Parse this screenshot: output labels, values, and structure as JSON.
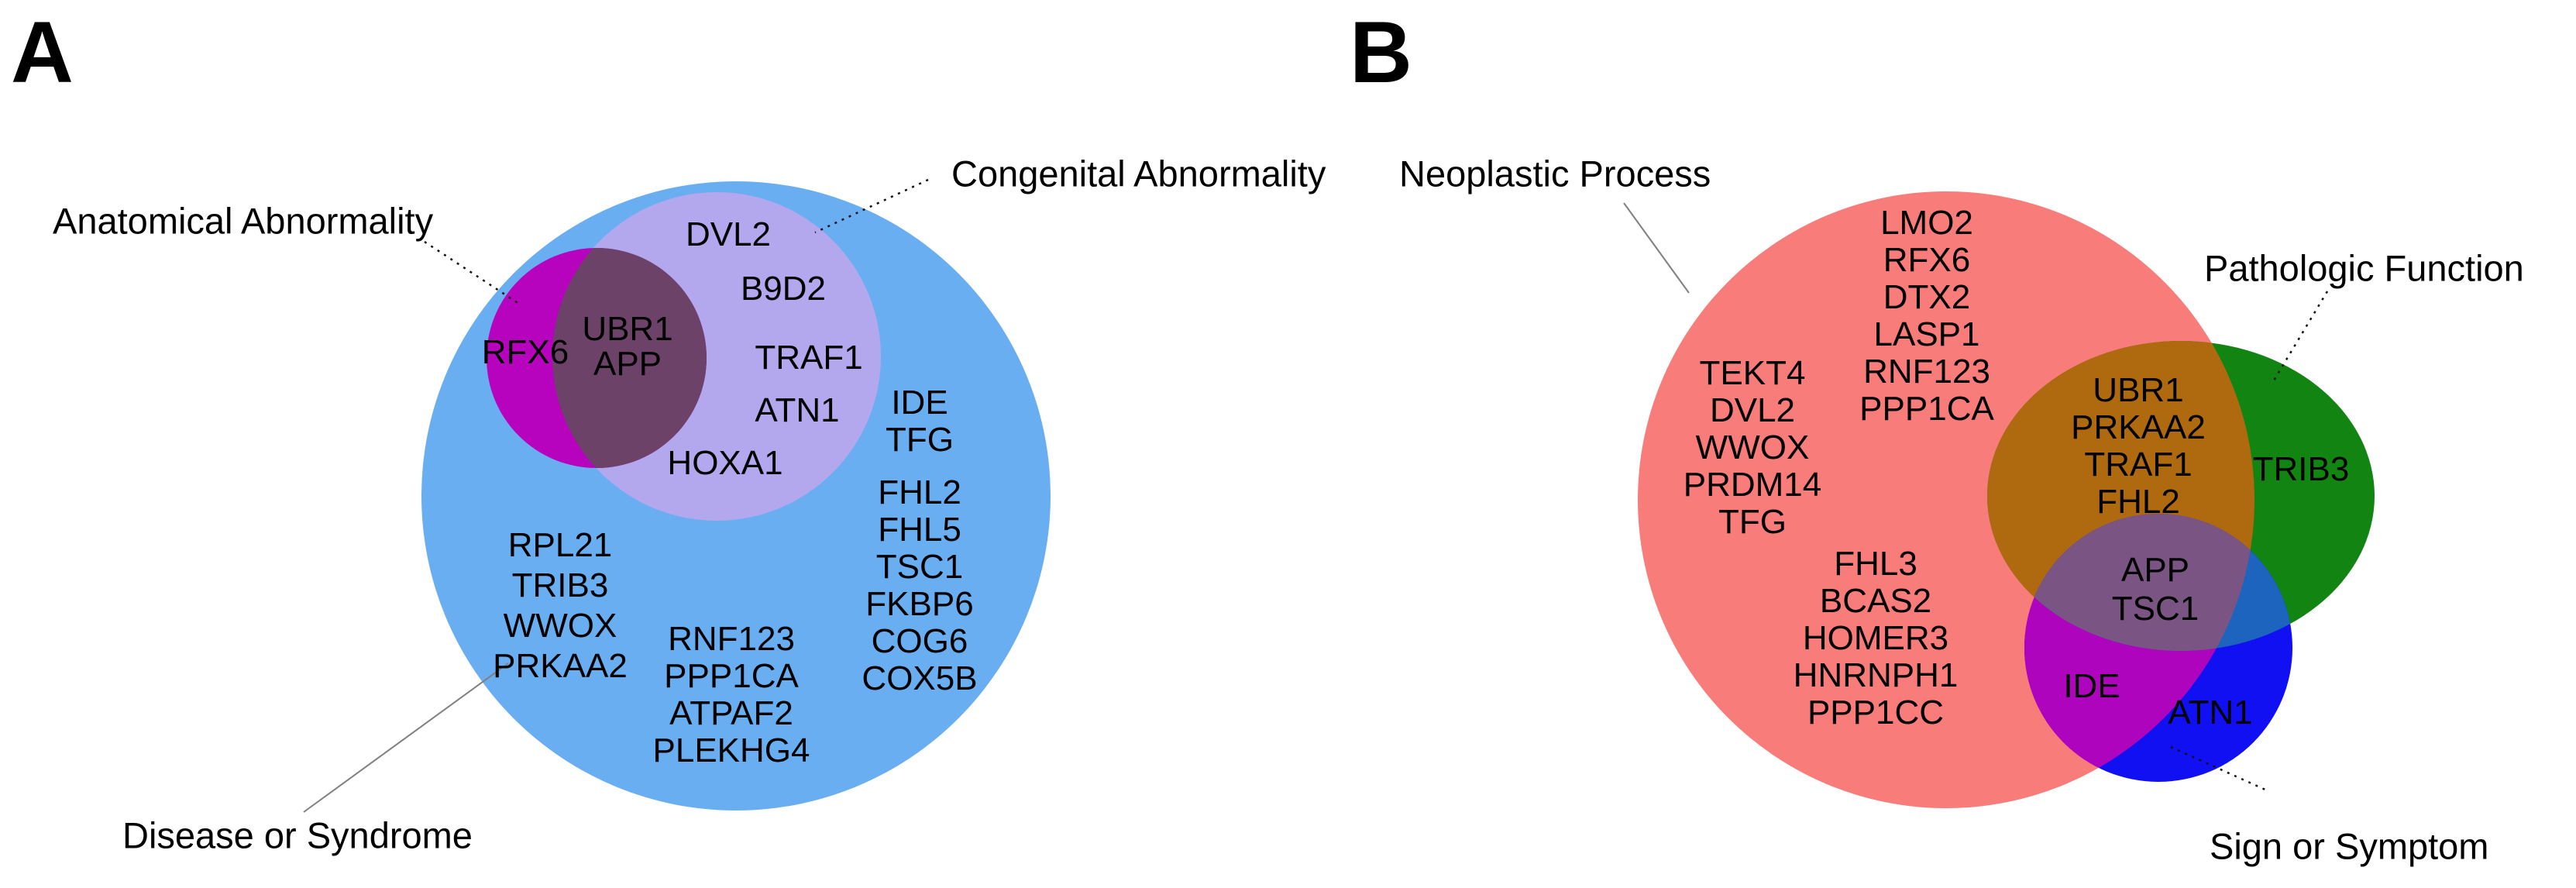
{
  "figure": {
    "panel_a": {
      "panel_letter": "A",
      "set_labels": {
        "anatomical": "Anatomical Abnormality",
        "congenital": "Congenital Abnormality",
        "disease": "Disease or Syndrome"
      },
      "colors": {
        "disease_circle": "#6AAEF2",
        "congenital_circle": "#B3A8EE",
        "anatomical_circle": "#B803BE",
        "anatomical_congenital_overlap": "#6C4268"
      },
      "genes": {
        "anatomical_only": [
          "RFX6"
        ],
        "anatomical_and_congenital": [
          "UBR1",
          "APP"
        ],
        "congenital_only": [
          "DVL2",
          "B9D2",
          "TRAF1",
          "ATN1",
          "HOXA1"
        ],
        "disease_only_right": [
          "IDE",
          "TFG",
          "FHL2",
          "FHL5",
          "TSC1",
          "FKBP6",
          "COG6",
          "COX5B"
        ],
        "disease_only_left": [
          "RPL21",
          "TRIB3",
          "WWOX",
          "PRKAA2"
        ],
        "disease_only_bottom": [
          "RNF123",
          "PPP1CA",
          "ATPAF2",
          "PLEKHG4"
        ]
      }
    },
    "panel_b": {
      "panel_letter": "B",
      "set_labels": {
        "neoplastic": "Neoplastic Process",
        "pathologic": "Pathologic Function",
        "sign": "Sign or Symptom"
      },
      "colors": {
        "neoplastic_circle": "#F87C79",
        "pathologic_circle": "#128412",
        "sign_circle": "#1010F2",
        "neoplastic_pathologic_overlap": "#AF690F",
        "neoplastic_sign_overlap": "#AF04BE",
        "pathologic_sign_overlap": "#1C64BE",
        "triple_overlap": "#7A5483"
      },
      "genes": {
        "neoplastic_only_top": [
          "LMO2",
          "RFX6",
          "DTX2",
          "LASP1",
          "RNF123",
          "PPP1CA"
        ],
        "neoplastic_only_left": [
          "TEKT4",
          "DVL2",
          "WWOX",
          "PRDM14",
          "TFG"
        ],
        "neoplastic_only_bottom": [
          "FHL3",
          "BCAS2",
          "HOMER3",
          "HNRNPH1",
          "PPP1CC"
        ],
        "neoplastic_and_pathologic": [
          "UBR1",
          "PRKAA2",
          "TRAF1",
          "FHL2"
        ],
        "pathologic_only": [
          "TRIB3"
        ],
        "triple_overlap": [
          "APP",
          "TSC1"
        ],
        "neoplastic_and_sign": [
          "IDE"
        ],
        "sign_only": [
          "ATN1"
        ]
      }
    }
  }
}
